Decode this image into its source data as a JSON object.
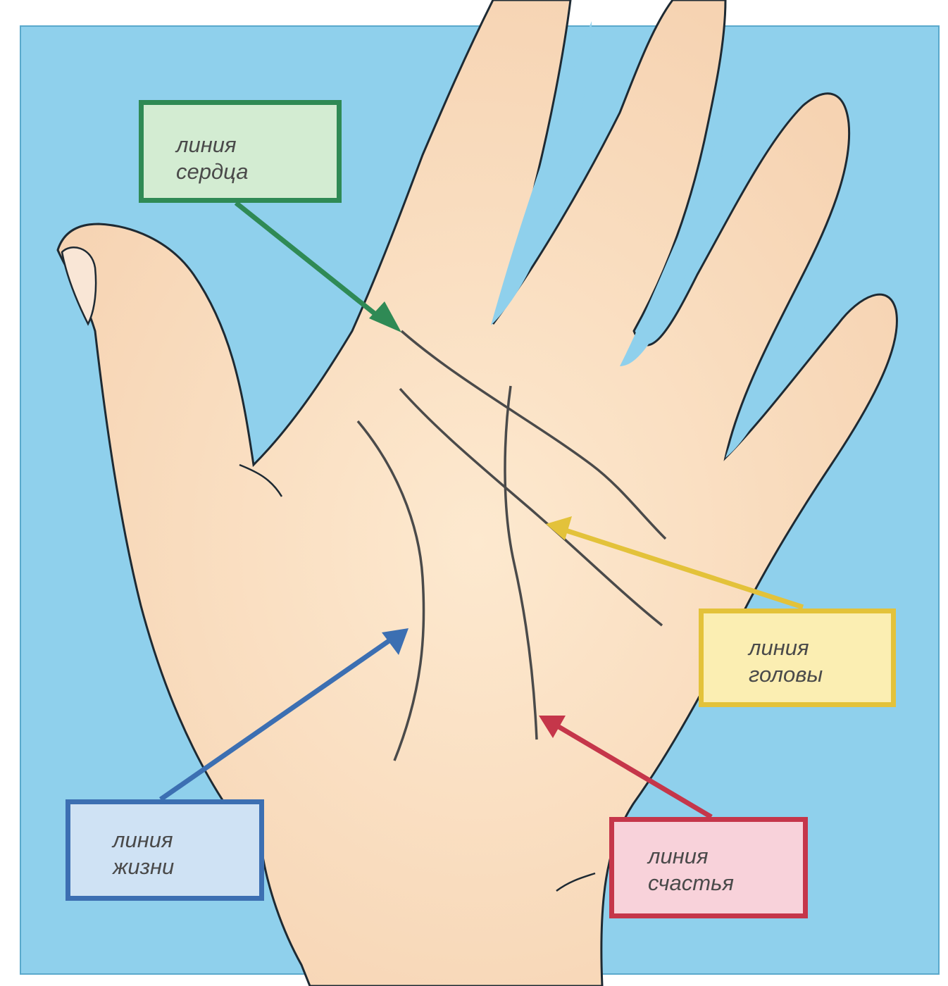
{
  "colors": {
    "background": "#8fd0ec",
    "skin": "#fae3c6",
    "heart": "#2f8a55",
    "head": "#e3c23a",
    "life": "#3c6fb2",
    "luck": "#c5364a"
  },
  "labels": {
    "heart": {
      "line1": "линия",
      "line2": "сердца"
    },
    "head": {
      "line1": "линия",
      "line2": "головы"
    },
    "life": {
      "line1": "линия",
      "line2": "жизни"
    },
    "luck": {
      "line1": "линия",
      "line2": "счастья"
    }
  }
}
